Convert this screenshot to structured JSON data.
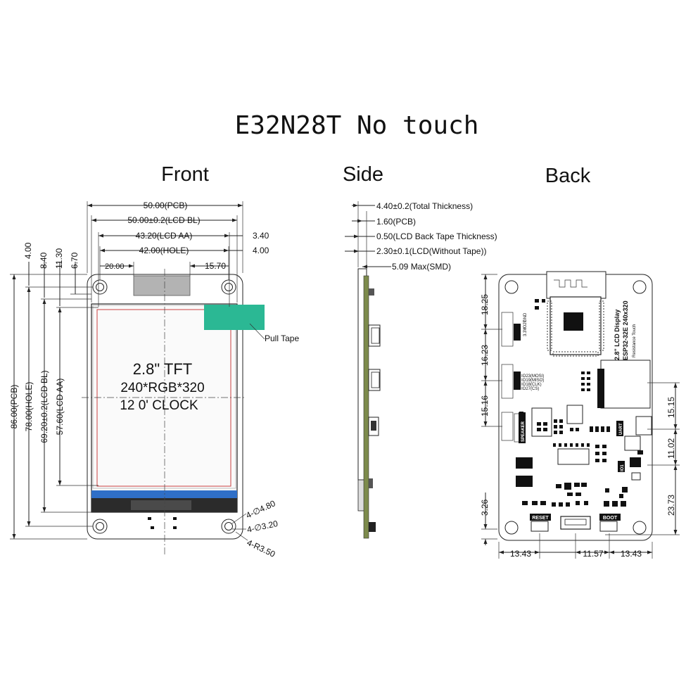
{
  "title": "E32N28T No touch",
  "views": {
    "front": "Front",
    "side": "Side",
    "back": "Back"
  },
  "front": {
    "top_dims": [
      "50.00(PCB)",
      "50.00±0.2(LCD BL)",
      "43.20(LCD AA)",
      "42.00(HOLE)",
      "20.00",
      "15.70"
    ],
    "right_dims": [
      "3.40",
      "4.00"
    ],
    "left_top_dims": [
      "4.00",
      "8.40",
      "11.30",
      "6.70"
    ],
    "left_vertical_dims": [
      "86.00(PCB)",
      "78.00(HOLE)",
      "69.20±0.2(LCD BL)",
      "57.60(LCD AA)"
    ],
    "lcd_lines": [
      "2.8\" TFT",
      "240*RGB*320",
      "12 0' CLOCK"
    ],
    "pull_tape": "Pull Tape",
    "hole_callouts": [
      "4-∅4.80",
      "4-∅3.20",
      "4-R3.50"
    ],
    "tape_color": "#2bb894"
  },
  "side": {
    "dims": [
      "4.40±0.2(Total Thickness)",
      "1.60(PCB)",
      "0.50(LCD Back Tape Thickness)",
      "2.30±0.1(LCD(Without Tape))",
      "5.09 Max(SMD)"
    ],
    "pcb_color": "#7d8b4c"
  },
  "back": {
    "left_dims": [
      "18.25",
      "16.23",
      "15.16",
      "3.26"
    ],
    "right_dims": [
      "15.15",
      "11.02",
      "23.73"
    ],
    "bottom_dims": [
      "13.43",
      "11.57",
      "13.43"
    ],
    "board_label_1": "2.8\" LCD Display",
    "board_label_2": "ESP32-32E 240x320",
    "board_label_3": "Resistance Touch",
    "reset_label": "RESET",
    "boot_label": "BOOT",
    "uart_label": "UART",
    "speaker_label": "SPEAKER",
    "gpio_label": "IO1",
    "pin_labels": [
      "3.3V",
      "IO27",
      "GND"
    ],
    "spi_labels": [
      "IO23(MOSI)",
      "IO19(MISO)",
      "IO18(CLK)",
      "IO27(CS)"
    ]
  }
}
